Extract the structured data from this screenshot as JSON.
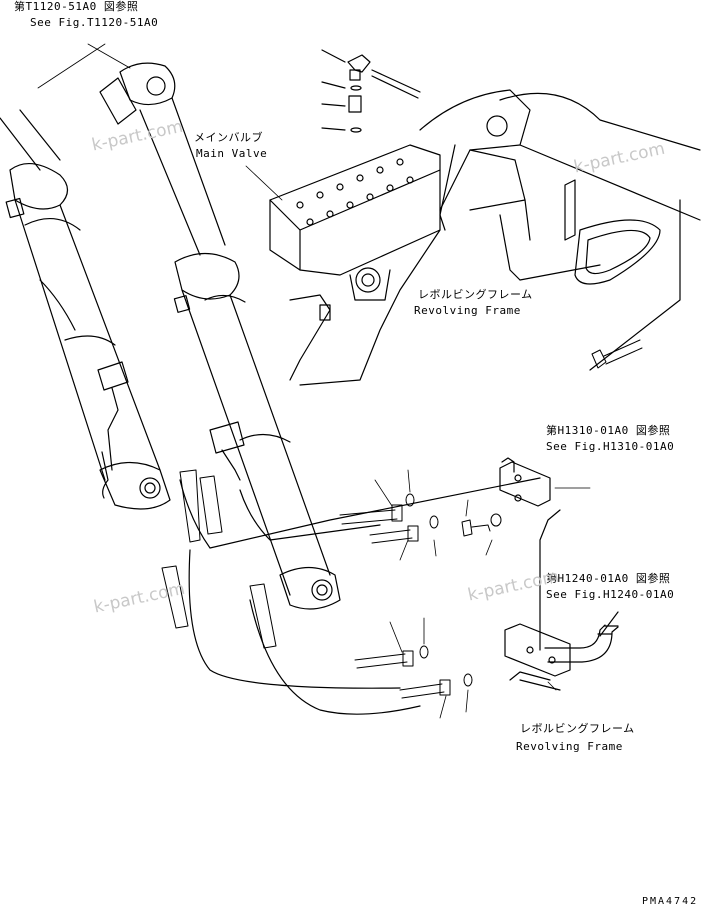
{
  "references": {
    "top_left": {
      "jp": "第T1120-51A0 図参照",
      "en": "See Fig.T1120-51A0"
    },
    "right_upper": {
      "jp": "第H1310-01A0 図参照",
      "en": "See Fig.H1310-01A0"
    },
    "right_lower": {
      "jp": "第H1240-01A0 図参照",
      "en": "See Fig.H1240-01A0"
    }
  },
  "parts": {
    "main_valve": {
      "jp": "メインバルブ",
      "en": "Main Valve"
    },
    "revolving_frame_top": {
      "jp": "レボルビングフレーム",
      "en": "Revolving Frame"
    },
    "revolving_frame_bottom": {
      "jp": "レボルビングフレーム",
      "en": "Revolving Frame"
    }
  },
  "watermarks": [
    "k-part.com",
    "k-part.com",
    "k-part.com",
    "k-part.com"
  ],
  "drawing_code": "PMA4742",
  "colors": {
    "line": "#000000",
    "watermark": "#c8c8c8",
    "background": "#ffffff"
  }
}
